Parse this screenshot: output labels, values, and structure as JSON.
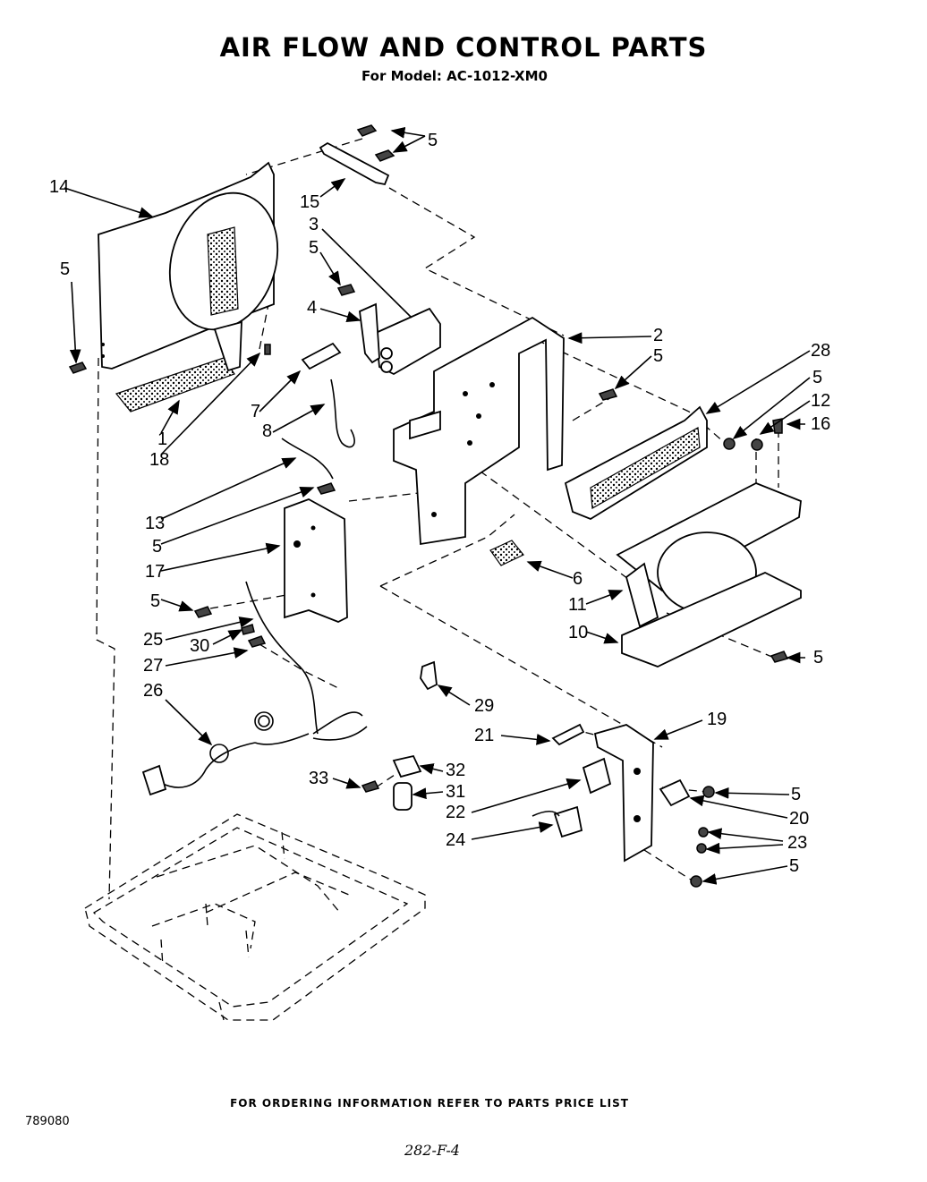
{
  "title": "AIR FLOW AND CONTROL PARTS",
  "subtitle": "For Model: AC-1012-XM0",
  "footer": "FOR ORDERING INFORMATION REFER TO PARTS PRICE LIST",
  "doc_number": "789080",
  "hand_note": "282-F-4",
  "callouts": {
    "c5a": "5",
    "c14": "14",
    "c15": "15",
    "c3": "3",
    "c5b": "5",
    "c5c": "5",
    "c4": "4",
    "c2": "2",
    "c5d": "5",
    "c28": "28",
    "c5e": "5",
    "c12": "12",
    "c16": "16",
    "c7": "7",
    "c8": "8",
    "c1": "1",
    "c18": "18",
    "c13": "13",
    "c5f": "5",
    "c17": "17",
    "c6": "6",
    "c5g": "5",
    "c11": "11",
    "c10": "10",
    "c5h": "5",
    "c25": "25",
    "c30": "30",
    "c27": "27",
    "c26": "26",
    "c29": "29",
    "c21": "21",
    "c19": "19",
    "c33": "33",
    "c32": "32",
    "c31": "31",
    "c22": "22",
    "c5i": "5",
    "c20": "20",
    "c24": "24",
    "c23": "23",
    "c5j": "5"
  }
}
